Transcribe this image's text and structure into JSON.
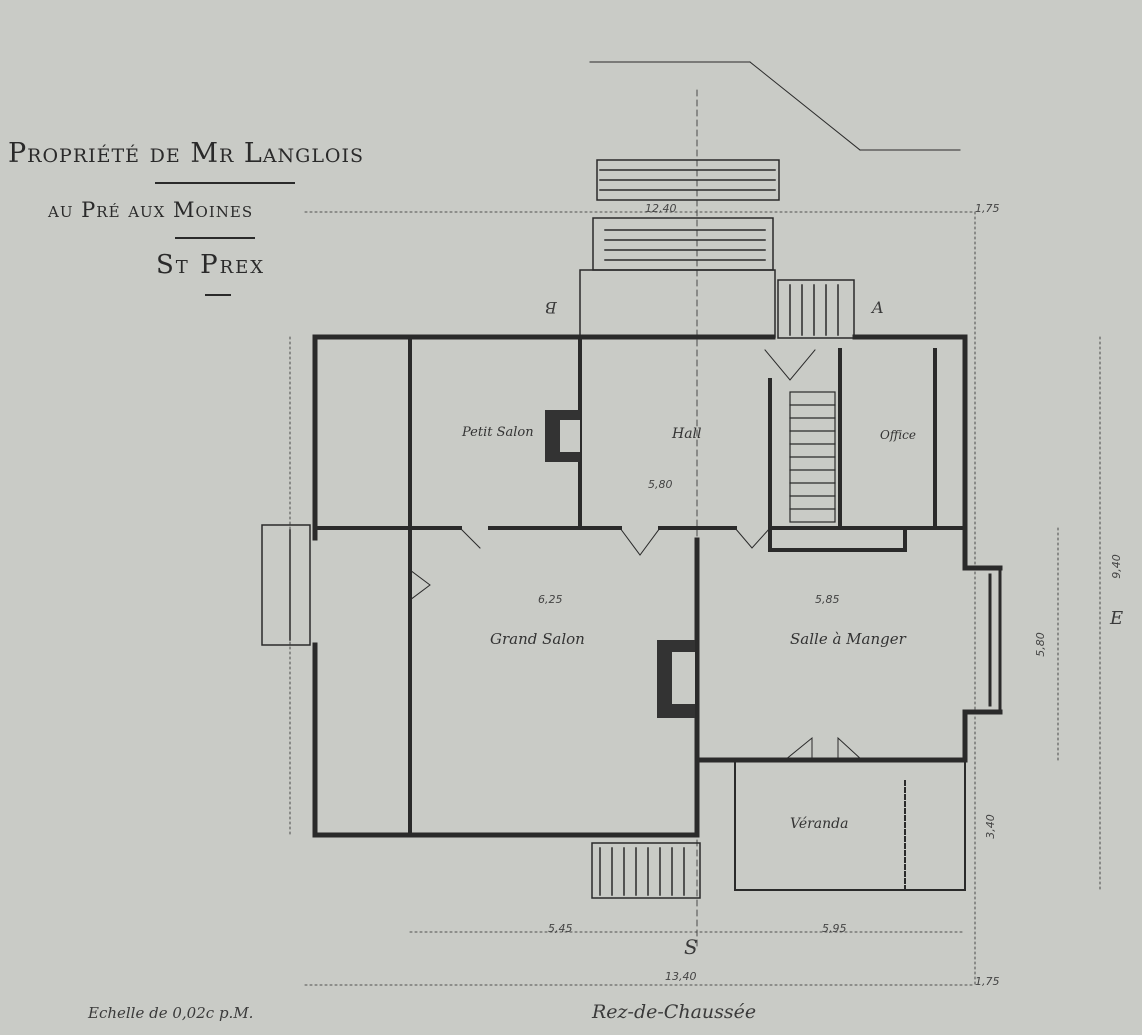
{
  "title": {
    "line1": "Propriété de Mr Langlois",
    "line2": "au Pré aux Moines",
    "line3": "St Prex"
  },
  "rooms": {
    "petit_salon": "Petit Salon",
    "hall": "Hall",
    "office": "Office",
    "grand_salon": "Grand Salon",
    "salle_a_manger": "Salle à Manger",
    "veranda": "Véranda"
  },
  "section_marks": {
    "A": "A",
    "B": "B",
    "E": "E",
    "S": "S"
  },
  "dimensions": {
    "top_overall": "12,40",
    "bottom_overall": "13,40",
    "bottom_left": "5,45",
    "bottom_right": "5,95",
    "hall_width": "5,80",
    "gs_width": "6,25",
    "sam_width": "5,85",
    "right_height": "9,40",
    "sam_height": "5,80",
    "veranda_height": "3,40",
    "top_right_small": "1,75",
    "bottom_right_small": "1,75"
  },
  "footer": {
    "scale": "Echelle de 0,02c p.M.",
    "floor": "Rez-de-Chaussée"
  },
  "colors": {
    "paper": "#c9cbc6",
    "ink": "#2a2a2a",
    "fireplace": "#333333"
  }
}
